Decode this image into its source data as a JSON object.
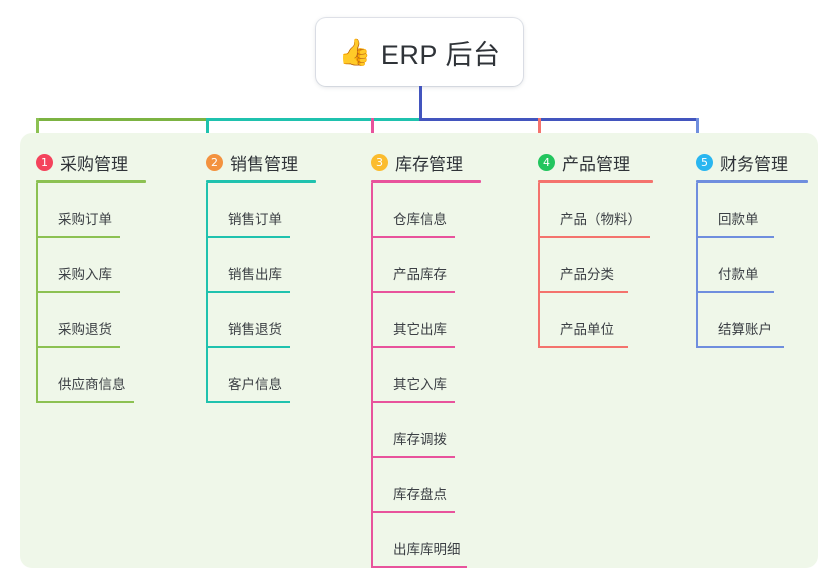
{
  "root": {
    "icon": "thumbs-up-icon",
    "icon_glyph": "👍",
    "title": "ERP 后台"
  },
  "palette": {
    "panel_background": "#eff7e9",
    "page_background": "#ffffff",
    "root_drop_line": "#4355be",
    "bus_segment_1": "#7cb342",
    "bus_segment_2": "#1fc2ae",
    "bus_segment_3": "#4355be"
  },
  "columns": [
    {
      "number": "1",
      "badge_color": "#f4435c",
      "line_color": "#8cc152",
      "title": "采购管理",
      "rule_width": 110,
      "items": [
        {
          "label": "采购订单",
          "rule_width": 84
        },
        {
          "label": "采购入库",
          "rule_width": 84
        },
        {
          "label": "采购退货",
          "rule_width": 84
        },
        {
          "label": "供应商信息",
          "rule_width": 98
        }
      ]
    },
    {
      "number": "2",
      "badge_color": "#f3923f",
      "line_color": "#1fc2ae",
      "title": "销售管理",
      "rule_width": 110,
      "items": [
        {
          "label": "销售订单",
          "rule_width": 84
        },
        {
          "label": "销售出库",
          "rule_width": 84
        },
        {
          "label": "销售退货",
          "rule_width": 84
        },
        {
          "label": "客户信息",
          "rule_width": 84
        }
      ]
    },
    {
      "number": "3",
      "badge_color": "#fbbc2e",
      "line_color": "#e8539c",
      "title": "库存管理",
      "rule_width": 110,
      "items": [
        {
          "label": "仓库信息",
          "rule_width": 84
        },
        {
          "label": "产品库存",
          "rule_width": 84
        },
        {
          "label": "其它出库",
          "rule_width": 84
        },
        {
          "label": "其它入库",
          "rule_width": 84
        },
        {
          "label": "库存调拨",
          "rule_width": 84
        },
        {
          "label": "库存盘点",
          "rule_width": 84
        },
        {
          "label": "出库库明细",
          "rule_width": 96
        }
      ]
    },
    {
      "number": "4",
      "badge_color": "#22c55e",
      "line_color": "#f4736d",
      "title": "产品管理",
      "rule_width": 115,
      "items": [
        {
          "label": "产品（物料）",
          "rule_width": 112
        },
        {
          "label": "产品分类",
          "rule_width": 90
        },
        {
          "label": "产品单位",
          "rule_width": 90
        }
      ]
    },
    {
      "number": "5",
      "badge_color": "#29b6f0",
      "line_color": "#6f8ede",
      "title": "财务管理",
      "rule_width": 112,
      "items": [
        {
          "label": "回款单",
          "rule_width": 78
        },
        {
          "label": "付款单",
          "rule_width": 78
        },
        {
          "label": "结算账户",
          "rule_width": 88
        }
      ]
    }
  ]
}
